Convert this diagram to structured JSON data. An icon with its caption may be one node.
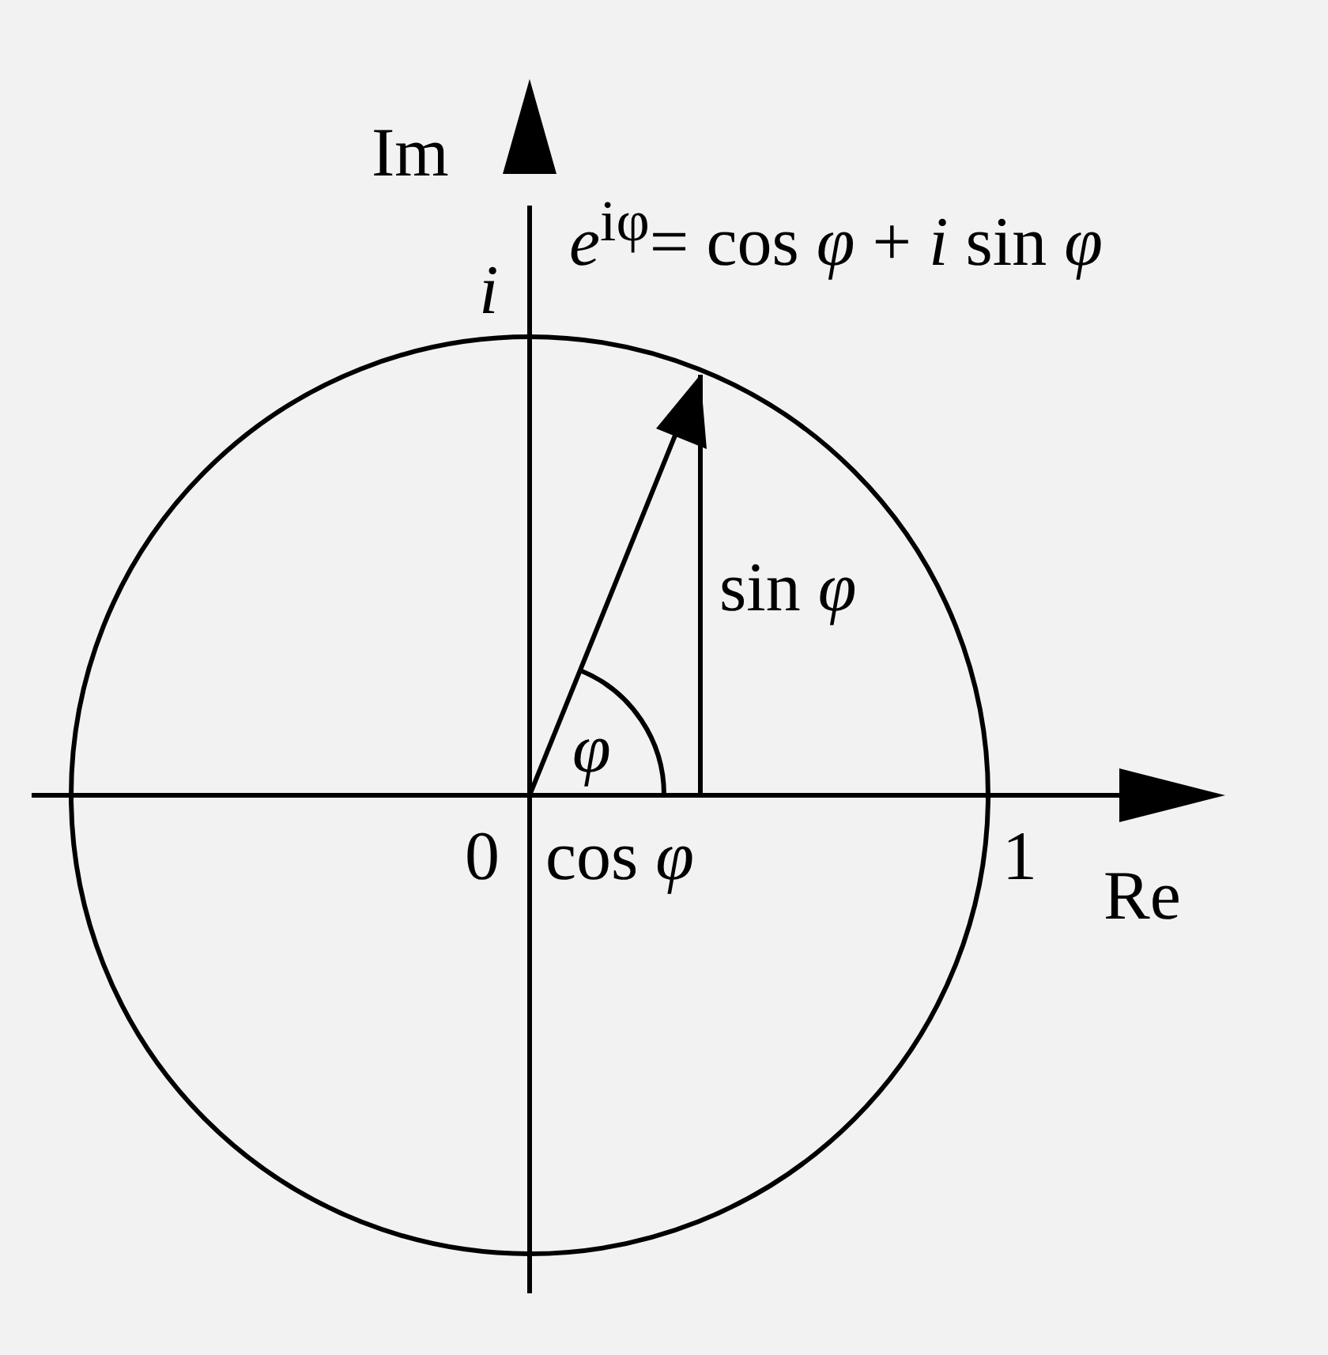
{
  "diagram": {
    "labels": [
      "Im",
      "*e*$^{iφ}$= cos *φ* + *i* sin *φ*",
      "i",
      "sin *φ*",
      "φ",
      "0",
      "cos *φ*",
      "1",
      "Re"
    ]
  }
}
